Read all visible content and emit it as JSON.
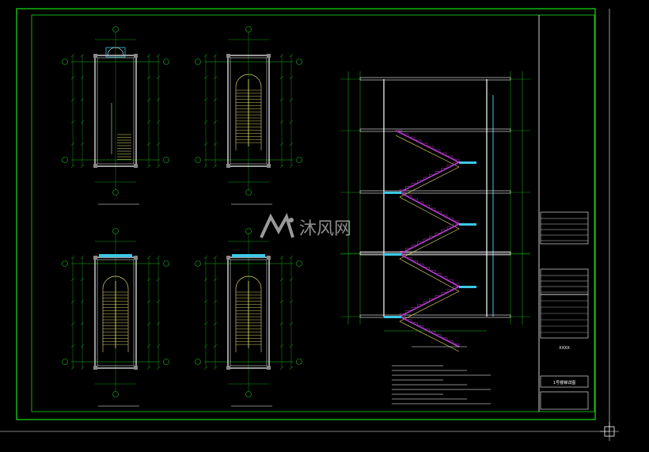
{
  "colors": {
    "background": "#000000",
    "frame": "#18c018",
    "grid_line": "#18c018",
    "wall": "#ffffff",
    "stair": "#e6e070",
    "stair_section": "#b03cc8",
    "accent_cyan": "#3cc8e6",
    "text": "#e8e8e8"
  },
  "watermark": {
    "text": "沐风网",
    "icon": "mufeng-logo-icon"
  },
  "title_block": {
    "project_code": "XXXX",
    "drawing_title": "1号楼梯详图"
  },
  "views": [
    {
      "id": "plan-1"
    },
    {
      "id": "plan-2"
    },
    {
      "id": "plan-3"
    },
    {
      "id": "plan-4"
    },
    {
      "id": "section-1"
    }
  ]
}
